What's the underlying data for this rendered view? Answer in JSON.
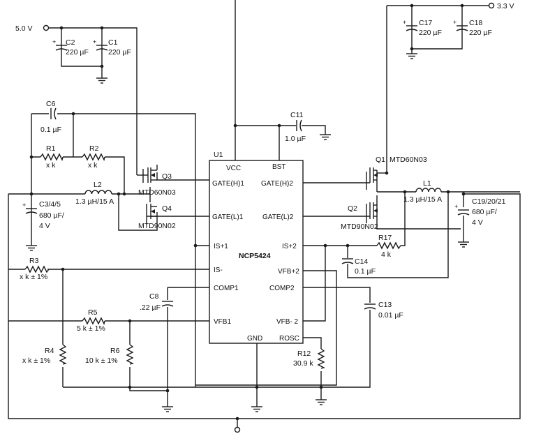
{
  "rails": {
    "v5": "5.0 V",
    "v33": "3.3 V"
  },
  "ic": {
    "ref": "U1",
    "part": "NCP5424",
    "pins": {
      "vcc": "VCC",
      "bst": "BST",
      "gate_h1": "GATE(H)1",
      "gate_h2": "GATE(H)2",
      "gate_l1": "GATE(L)1",
      "gate_l2": "GATE(L)2",
      "is_p1": "IS+1",
      "is_p2": "IS+2",
      "is_m": "IS-",
      "vfbp2": "VFB+2",
      "comp1": "COMP1",
      "comp2": "COMP2",
      "vfb1": "VFB1",
      "vfbm2": "VFB- 2",
      "gnd": "GND",
      "rosc": "ROSC"
    }
  },
  "components": {
    "c1": {
      "ref": "C1",
      "value": "220 µF"
    },
    "c2": {
      "ref": "C2",
      "value": "220 µF"
    },
    "c6": {
      "ref": "C6",
      "value": "0.1 µF"
    },
    "c11": {
      "ref": "C11",
      "value": "1.0 µF"
    },
    "c17": {
      "ref": "C17",
      "value": "220 µF"
    },
    "c18": {
      "ref": "C18",
      "value": "220 µF"
    },
    "r1": {
      "ref": "R1",
      "value": "x k"
    },
    "r2": {
      "ref": "R2",
      "value": "x k"
    },
    "l2": {
      "ref": "L2",
      "value": "1.3 µH/15 A"
    },
    "l1": {
      "ref": "L1",
      "value": "1.3 µH/15 A"
    },
    "c345": {
      "ref": "C3/4/5",
      "value": "680 µF/",
      "value2": "4 V"
    },
    "c192021": {
      "ref": "C19/20/21",
      "value": "680 µF/",
      "value2": "4 V"
    },
    "q3": {
      "ref": "Q3",
      "part": "MTD60N03"
    },
    "q4": {
      "ref": "Q4",
      "part": "MTD90N02"
    },
    "q1": {
      "ref": "Q1",
      "part": "MTD60N03"
    },
    "q2": {
      "ref": "Q2",
      "part": "MTD90N02"
    },
    "r17": {
      "ref": "R17",
      "value": "4 k"
    },
    "c14": {
      "ref": "C14",
      "value": "0.1 µF"
    },
    "r3": {
      "ref": "R3",
      "value": "x k ± 1%"
    },
    "r5": {
      "ref": "R5",
      "value": "5 k ± 1%"
    },
    "c8": {
      "ref": "C8",
      "value": ".22 µF"
    },
    "c13": {
      "ref": "C13",
      "value": "0.01 µF"
    },
    "r4": {
      "ref": "R4",
      "value": "x k ± 1%"
    },
    "r6": {
      "ref": "R6",
      "value": "10 k ± 1%"
    },
    "r12": {
      "ref": "R12",
      "value": "30.9 k"
    }
  },
  "icons": {
    "ground": "ground-icon",
    "capacitor": "capacitor-icon",
    "resistor": "resistor-icon",
    "inductor": "inductor-icon",
    "mosfet": "mosfet-icon",
    "terminal": "terminal-icon"
  }
}
